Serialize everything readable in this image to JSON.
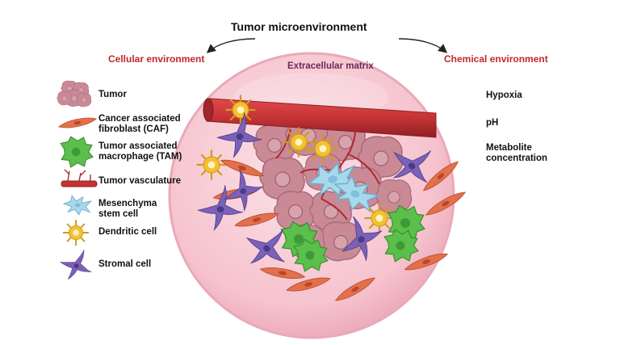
{
  "title": "Tumor microenvironment",
  "left_header": "Cellular environment",
  "right_header": "Chemical environment",
  "matrix_label": "Extracellular matrix",
  "legend": [
    {
      "icon": "tumor-icon",
      "label": "Tumor"
    },
    {
      "icon": "caf-icon",
      "label": "Cancer associated\nfibroblast (CAF)"
    },
    {
      "icon": "tam-icon",
      "label": "Tumor associated\nmacrophage (TAM)"
    },
    {
      "icon": "vasculature-icon",
      "label": "Tumor vasculature"
    },
    {
      "icon": "msc-icon",
      "label": "Mesenchyma\nstem cell"
    },
    {
      "icon": "dendritic-icon",
      "label": "Dendritic cell"
    },
    {
      "icon": "stromal-icon",
      "label": "Stromal cell"
    }
  ],
  "chemical": [
    {
      "label": "Hypoxia"
    },
    {
      "label": "pH"
    },
    {
      "label": "Metabolite\nconcentration"
    }
  ],
  "colors": {
    "header_red": "#c0282d",
    "matrix_purple": "#6b2a57",
    "sphere_pink": "#f7c9d3",
    "vessel_red": "#c53335",
    "caf_orange": "#e2704a",
    "tam_green": "#5bbf4b",
    "msc_blue": "#a8d8ec",
    "dendritic_yellow": "#f2c230",
    "stromal_purple": "#7b61b8",
    "tumor_mauve": "#c98a96"
  }
}
